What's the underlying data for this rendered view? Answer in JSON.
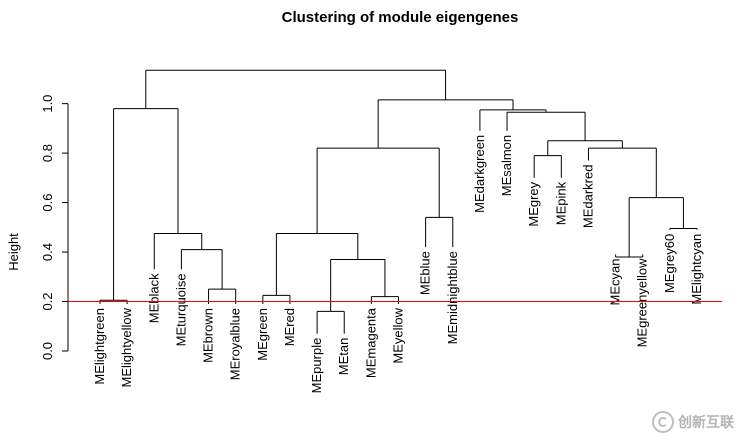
{
  "chart_data": {
    "type": "dendrogram",
    "title": "Clustering of module eigengenes",
    "ylabel": "Height",
    "xlabel": "",
    "ylim": [
      0,
      1.14
    ],
    "yticks": [
      0.0,
      0.2,
      0.4,
      0.6,
      0.8,
      1.0
    ],
    "ytick_labels": [
      "0.0",
      "0.2",
      "0.4",
      "0.6",
      "0.8",
      "1.0"
    ],
    "cut_line": {
      "height": 0.2,
      "color": "#ff0000"
    },
    "leaves": [
      "MElightgreen",
      "MElightyellow",
      "MEblack",
      "MEturquoise",
      "MEbrown",
      "MEroyalblue",
      "MEgreen",
      "MEred",
      "MEpurple",
      "MEtan",
      "MEmagenta",
      "MEyellow",
      "MEblue",
      "MEmidnightblue",
      "MEdarkgreen",
      "MEsalmon",
      "MEgrey",
      "MEpink",
      "MEdarkred",
      "MEcyan",
      "MEgreenyellow",
      "MEgrey60",
      "MElightcyan"
    ],
    "leaf_heights": [
      0.19,
      0.19,
      0.33,
      0.33,
      0.19,
      0.19,
      0.19,
      0.19,
      0.07,
      0.07,
      0.19,
      0.19,
      0.42,
      0.42,
      0.89,
      0.89,
      0.7,
      0.7,
      0.77,
      0.39,
      0.39,
      0.49,
      0.49
    ],
    "merges": [
      {
        "a": "MElightgreen",
        "b": "MElightyellow",
        "height": 0.205
      },
      {
        "a": "MEbrown",
        "b": "MEroyalblue",
        "height": 0.25
      },
      {
        "a": "MEturquoise",
        "b": "merge2",
        "height": 0.41
      },
      {
        "a": "MEblack",
        "b": "merge3",
        "height": 0.475
      },
      {
        "a": "merge1",
        "b": "merge4",
        "height": 0.98
      },
      {
        "a": "MEgreen",
        "b": "MEred",
        "height": 0.225
      },
      {
        "a": "MEpurple",
        "b": "MEtan",
        "height": 0.16
      },
      {
        "a": "MEmagenta",
        "b": "MEyellow",
        "height": 0.22
      },
      {
        "a": "merge7",
        "b": "merge8",
        "height": 0.37
      },
      {
        "a": "merge6",
        "b": "merge9",
        "height": 0.475
      },
      {
        "a": "MEblue",
        "b": "MEmidnightblue",
        "height": 0.54
      },
      {
        "a": "merge10",
        "b": "merge11",
        "height": 0.82
      },
      {
        "a": "MEgrey",
        "b": "MEpink",
        "height": 0.79
      },
      {
        "a": "MEcyan",
        "b": "MEgreenyellow",
        "height": 0.38
      },
      {
        "a": "MEgrey60",
        "b": "MElightcyan",
        "height": 0.495
      },
      {
        "a": "merge14",
        "b": "merge15",
        "height": 0.62
      },
      {
        "a": "MEdarkred",
        "b": "merge16",
        "height": 0.82
      },
      {
        "a": "merge13",
        "b": "merge17",
        "height": 0.85
      },
      {
        "a": "MEsalmon",
        "b": "merge18",
        "height": 0.965
      },
      {
        "a": "MEdarkgreen",
        "b": "merge19",
        "height": 0.975
      },
      {
        "a": "merge12",
        "b": "merge20",
        "height": 1.015
      },
      {
        "a": "merge5",
        "b": "merge21",
        "height": 1.135
      }
    ]
  },
  "watermark": {
    "text": "创新互联"
  }
}
